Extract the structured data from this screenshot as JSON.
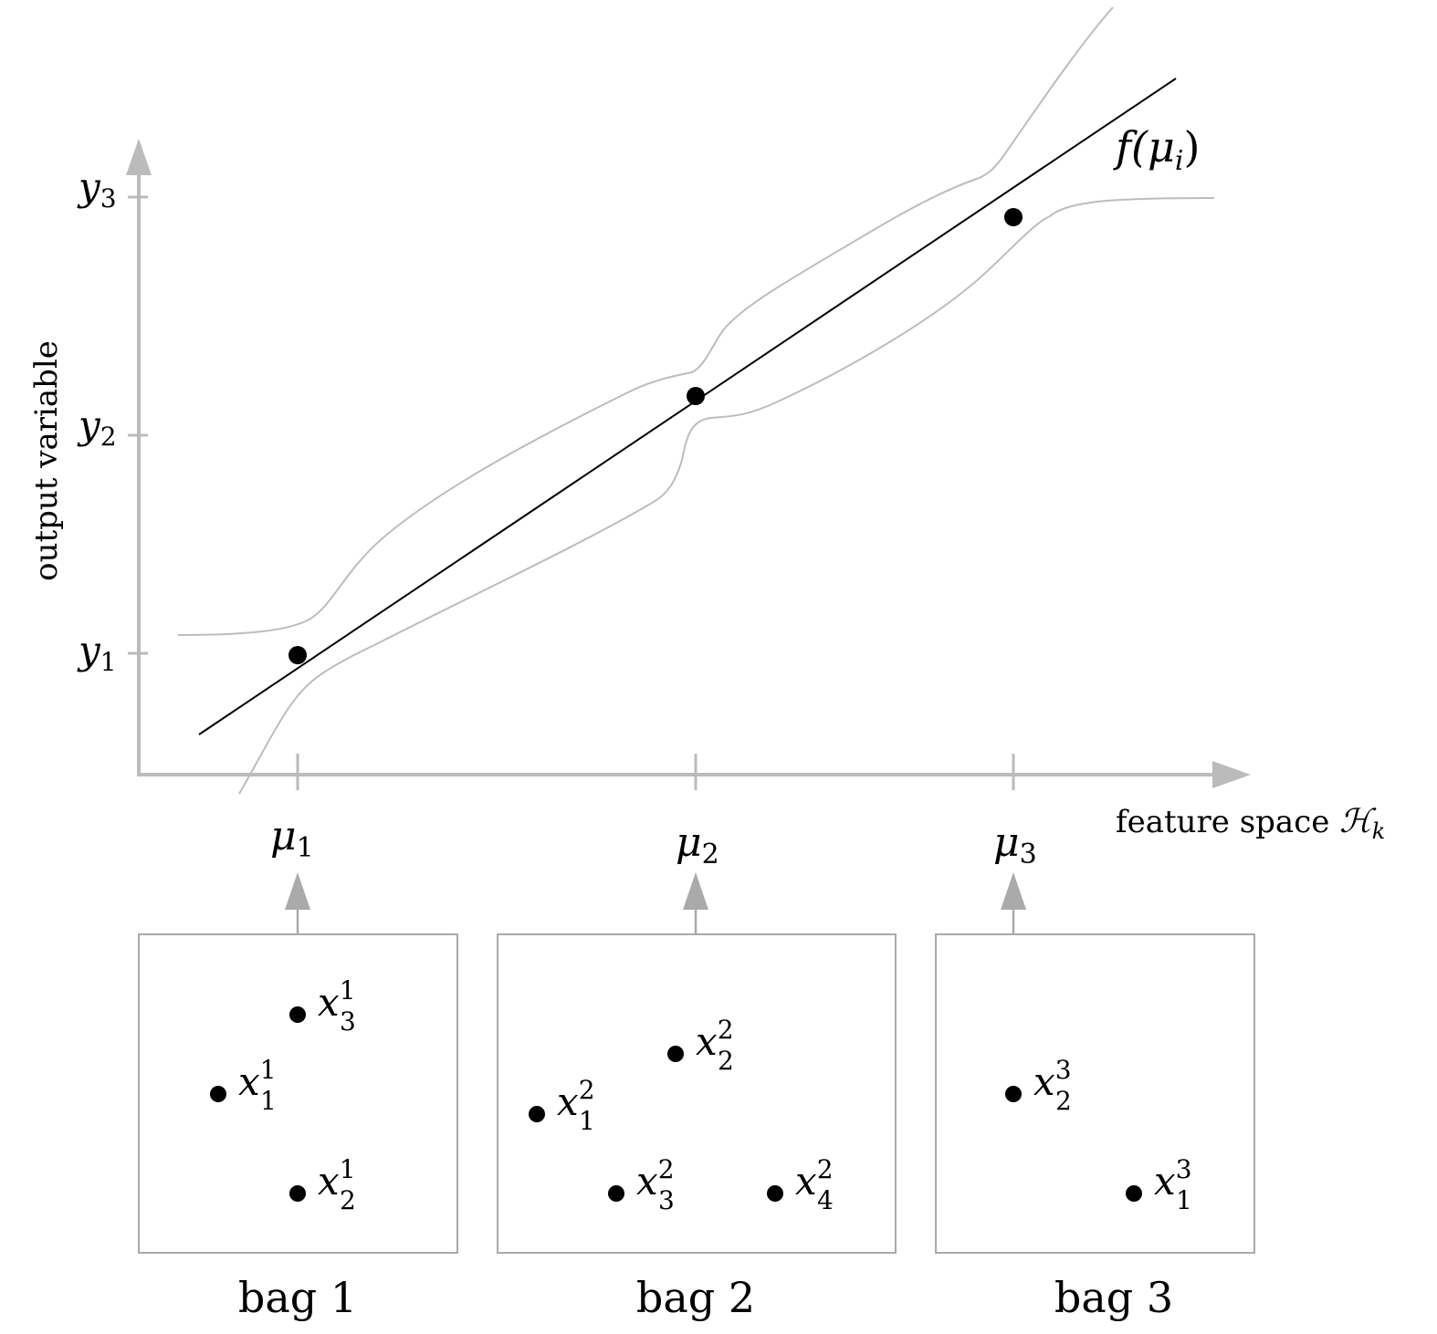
{
  "labels": {
    "y_axis": "output variable",
    "x_axis": "feature space ",
    "x_axis_symbol": "ℋ",
    "x_axis_sub": "k",
    "curve_prefix": "f(",
    "curve_mu": "μ",
    "curve_sub": "i",
    "curve_suffix": ")"
  },
  "y_ticks": [
    {
      "base": "y",
      "sub": "1"
    },
    {
      "base": "y",
      "sub": "2"
    },
    {
      "base": "y",
      "sub": "3"
    }
  ],
  "x_ticks": [
    {
      "base": "μ",
      "sub": "1"
    },
    {
      "base": "μ",
      "sub": "2"
    },
    {
      "base": "μ",
      "sub": "3"
    }
  ],
  "bags": [
    {
      "label": "bag 1",
      "points": [
        {
          "base": "x",
          "sub": "3",
          "sup": "1"
        },
        {
          "base": "x",
          "sub": "1",
          "sup": "1"
        },
        {
          "base": "x",
          "sub": "2",
          "sup": "1"
        }
      ]
    },
    {
      "label": "bag 2",
      "points": [
        {
          "base": "x",
          "sub": "2",
          "sup": "2"
        },
        {
          "base": "x",
          "sub": "1",
          "sup": "2"
        },
        {
          "base": "x",
          "sub": "3",
          "sup": "2"
        },
        {
          "base": "x",
          "sub": "4",
          "sup": "2"
        }
      ]
    },
    {
      "label": "bag 3",
      "points": [
        {
          "base": "x",
          "sub": "2",
          "sup": "3"
        },
        {
          "base": "x",
          "sub": "1",
          "sup": "3"
        }
      ]
    }
  ],
  "colors": {
    "axis": "#bbbbbb",
    "band": "#bdbdbd",
    "fit_line": "#000000",
    "points": "#000000"
  }
}
